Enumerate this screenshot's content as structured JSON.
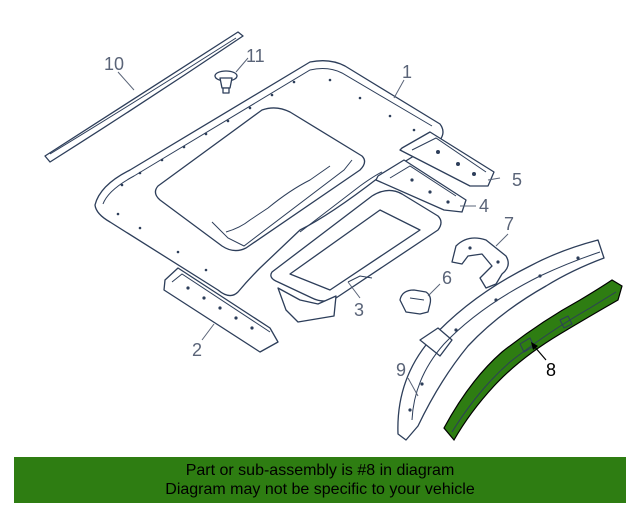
{
  "callouts": {
    "c1": "1",
    "c2": "2",
    "c3": "3",
    "c4": "4",
    "c5": "5",
    "c6": "6",
    "c7": "7",
    "c8": "8",
    "c9": "9",
    "c10": "10",
    "c11": "11"
  },
  "highlight_color": "#2e7d12",
  "footer": {
    "line1": "Part or sub-assembly is #8 in diagram",
    "line2": "Diagram may not be specific to your vehicle"
  }
}
